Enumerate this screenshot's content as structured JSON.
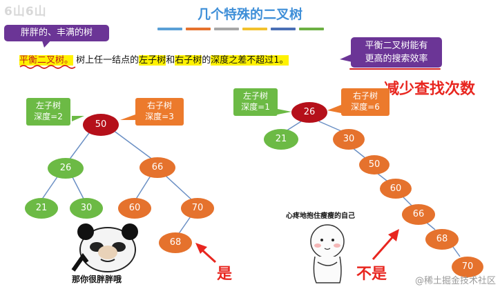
{
  "logo_text": "6山6山",
  "title": "几个特殊的二叉树",
  "palette": [
    "#5aa0d6",
    "#e5722d",
    "#a7a7a7",
    "#f2c12e",
    "#4a6fb5",
    "#6cb043"
  ],
  "callout_top_left": "胖胖的、丰满的树",
  "callout_top_right_line1": "平衡二叉树能有",
  "callout_top_right_line2": "更高的搜索效率",
  "definition": {
    "term": "平衡二叉树。",
    "part1": "树上任一结点的",
    "left_subtree": "左子树",
    "and": "和",
    "right_subtree": "右子树",
    "part2": "的",
    "depth_diff": "深度之差不超过",
    "limit": "1",
    "end": "。"
  },
  "reduce_text": "减少查找次数",
  "left_tree": {
    "left_bubble_line1": "左子树",
    "left_bubble_line2": "深度=2",
    "right_bubble_line1": "右子树",
    "right_bubble_line2": "深度=3",
    "nodes": {
      "root": "50",
      "n26": "26",
      "n66": "66",
      "n21": "21",
      "n30": "30",
      "n60": "60",
      "n70": "70",
      "n68": "68"
    },
    "meme_caption": "那你很胖胖哦",
    "verdict": "是"
  },
  "right_tree": {
    "left_bubble_line1": "左子树",
    "left_bubble_line2": "深度=1",
    "right_bubble_line1": "右子树",
    "right_bubble_line2": "深度=6",
    "nodes": {
      "root": "26",
      "n21": "21",
      "n30": "30",
      "n50": "50",
      "n60": "60",
      "n66": "66",
      "n68": "68",
      "n70": "70"
    },
    "meme_caption": "心疼地抱住瘦瘦的自己",
    "verdict": "不是"
  },
  "watermark": "@稀土掘金技术社区",
  "colors": {
    "root_red": "#b5101a",
    "green": "#6cba45",
    "orange": "#e5722d",
    "edge": "#6a8fc4",
    "accent_red": "#e8261f",
    "purple": "#6b3596"
  }
}
